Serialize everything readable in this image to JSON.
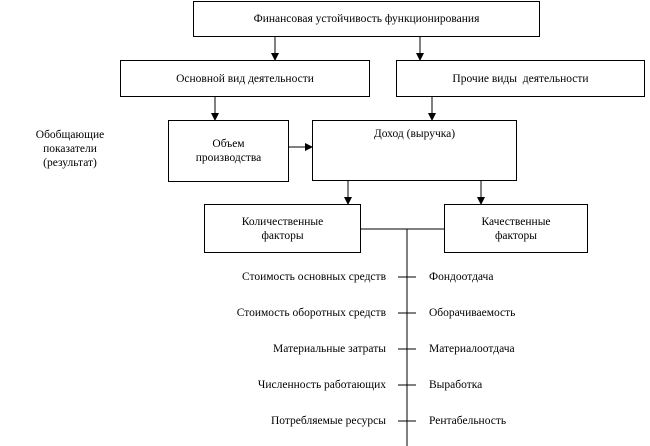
{
  "diagram": {
    "top": "Финансовая устойчивость функционирования",
    "main_activity": "Основной вид деятельности",
    "other_activity": "Прочие виды  деятельности",
    "volume": [
      "Объем",
      "производства"
    ],
    "income": "Доход (выручка)",
    "side_note": [
      "Обобщающие",
      "показатели",
      "(результат)"
    ],
    "quantitative": [
      "Количественные",
      "факторы"
    ],
    "qualitative": [
      "Качественные",
      "факторы"
    ],
    "left_factors": [
      "Стоимость основных средств",
      "Стоимость оборотных средств",
      "Материальные затраты",
      "Численность работающих",
      "Потребляемые ресурсы"
    ],
    "right_factors": [
      "Фондоотдача",
      "Оборачиваемость",
      "Материалоотдача",
      "Выработка",
      "Рентабельность"
    ]
  }
}
